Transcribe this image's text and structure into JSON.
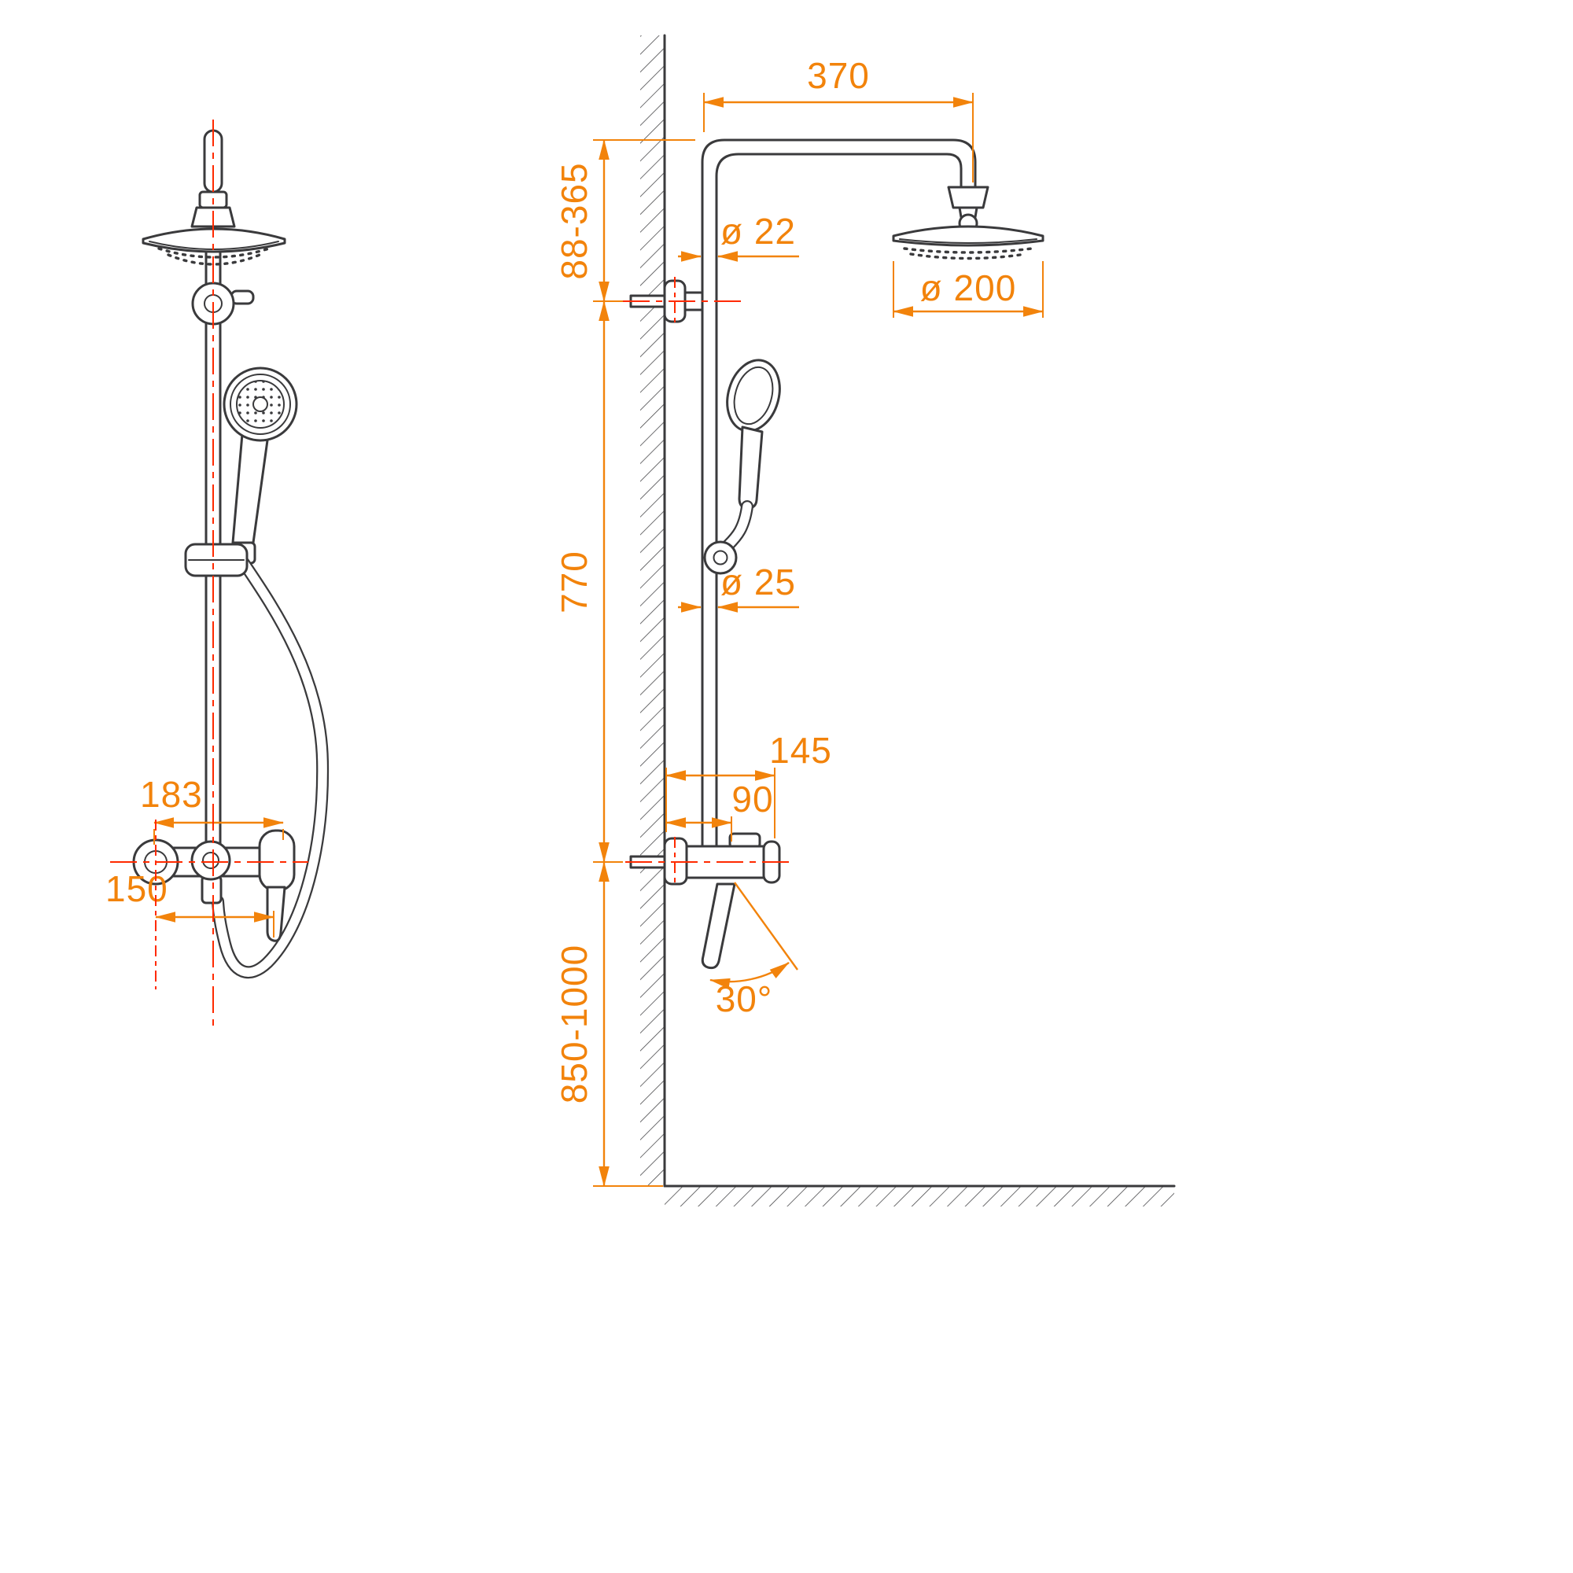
{
  "colors": {
    "dimension": "#f2830b",
    "centerline": "#ff2a00",
    "outline": "#3a3a3c"
  },
  "front_view": {
    "dimensions": {
      "width_183": "183",
      "spacing_150": "150"
    }
  },
  "side_view": {
    "dimensions": {
      "arm_reach": "370",
      "head_offset_range": "88-365",
      "upper_pipe_diameter": "ø 22",
      "head_diameter": "ø 200",
      "column_length": "770",
      "lower_pipe_diameter": "ø 25",
      "mixer_depth": "145",
      "valve_depth": "90",
      "installation_height_range": "850-1000",
      "handle_swing_angle": "30°"
    }
  }
}
